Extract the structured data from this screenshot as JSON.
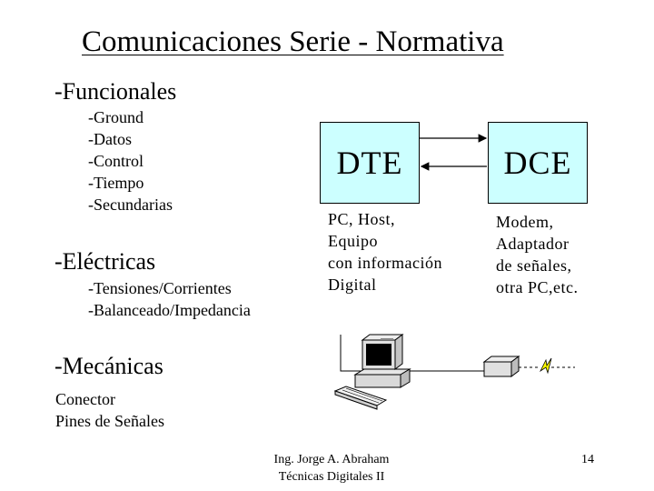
{
  "title": "Comunicaciones Serie - Normativa",
  "sections": {
    "funcionales": {
      "heading": "-Funcionales",
      "items": [
        "-Ground",
        "-Datos",
        "-Control",
        "-Tiempo",
        "-Secundarias"
      ]
    },
    "electricas": {
      "heading": "-Eléctricas",
      "items": [
        "-Tensiones/Corrientes",
        "-Balanceado/Impedancia"
      ]
    },
    "mecanicas": {
      "heading": "-Mecánicas",
      "items": [
        "Conector",
        "Pines de Señales"
      ]
    }
  },
  "diagram": {
    "dte": {
      "label": "DTE",
      "desc": [
        "PC, Host,",
        "Equipo",
        "con información",
        "Digital"
      ]
    },
    "dce": {
      "label": "DCE",
      "desc": [
        "Modem,",
        "Adaptador",
        "de señales,",
        "otra PC,etc."
      ]
    },
    "box_color": "#ccffff"
  },
  "footer": {
    "author": "Ing. Jorge A. Abraham",
    "course": "Técnicas Digitales II",
    "page_number": "14"
  }
}
